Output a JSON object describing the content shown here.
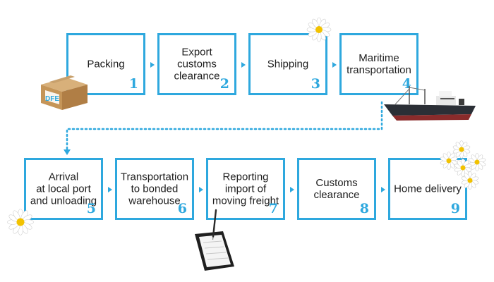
{
  "steps": [
    {
      "label": "Packing",
      "number": "1"
    },
    {
      "label": "Export\ncustoms\nclearance",
      "number": "2"
    },
    {
      "label": "Shipping",
      "number": "3"
    },
    {
      "label": "Maritime\ntransportation",
      "number": "4"
    },
    {
      "label": "Arrival\nat local port\nand unloading",
      "number": "5"
    },
    {
      "label": "Transportation\nto bonded\nwarehouse",
      "number": "6"
    },
    {
      "label": "Reporting\nimport of\nmoving freight",
      "number": "7"
    },
    {
      "label": "Customs\nclearance",
      "number": "8"
    },
    {
      "label": "Home delivery",
      "number": "9"
    }
  ],
  "box_logo": "DFE",
  "colors": {
    "accent": "#2ea8de",
    "text": "#1e1e1e"
  },
  "icons": [
    "cardboard-box-icon",
    "daisy-flower-icon",
    "cargo-ship-icon",
    "clipboard-pen-icon"
  ]
}
